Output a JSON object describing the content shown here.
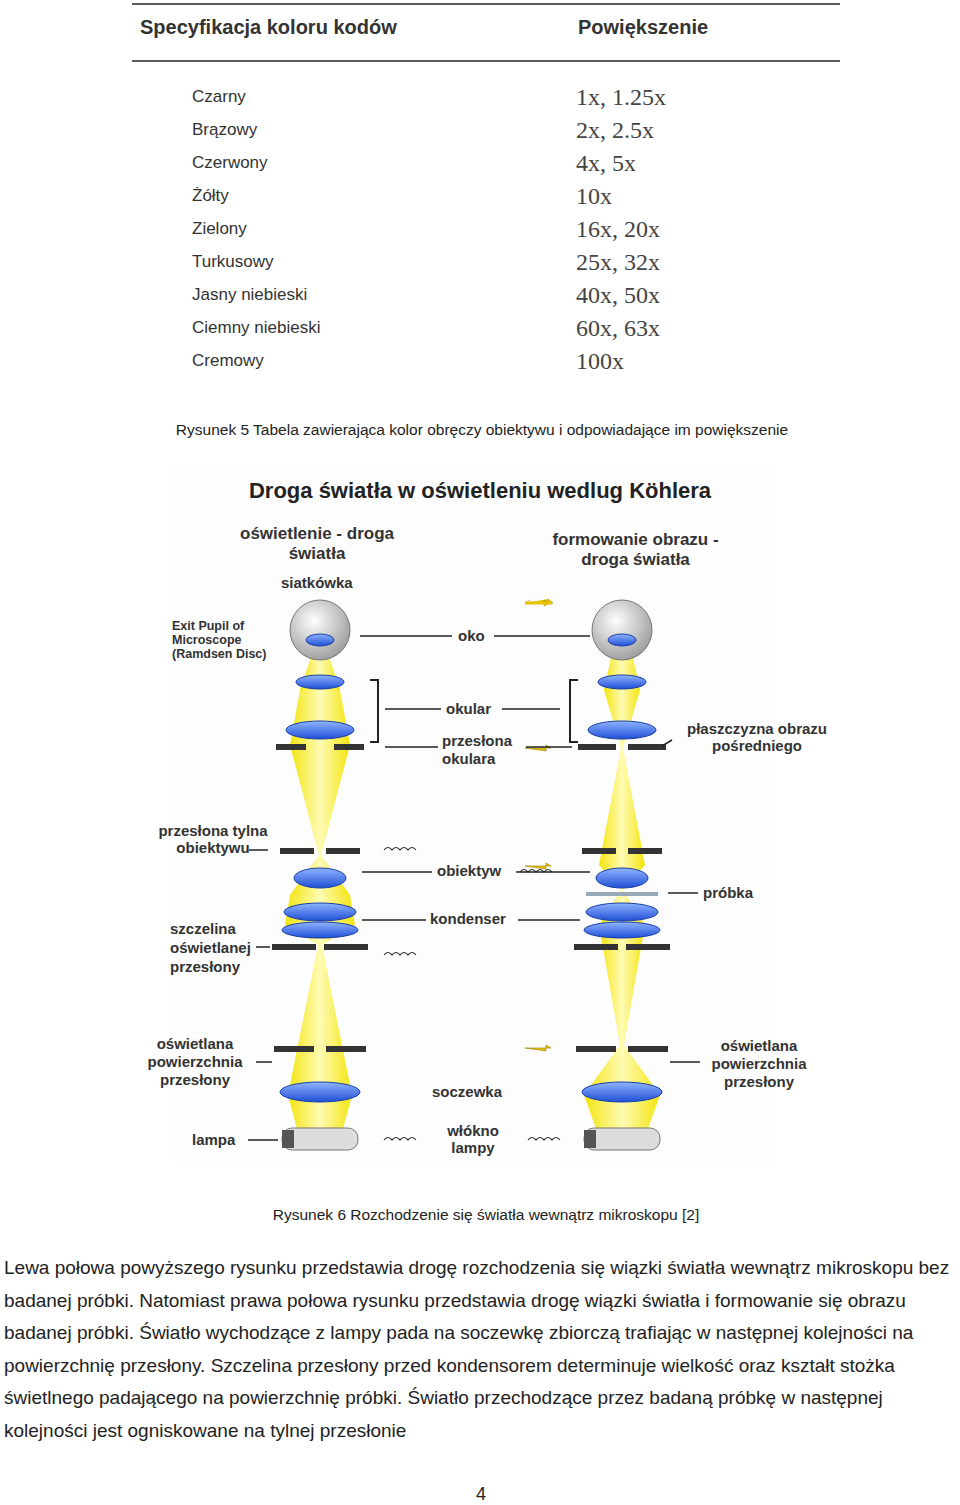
{
  "diagram": {
    "title": "Droga światła w oświetleniu wedlug Köhlera",
    "caption": "Rysunek 6 Rozchodzenie się światła wewnątrz mikroskopu [2]",
    "labels": [
      "Specyfikacja koloru kodów",
      "Powiększenie",
      "Czarny",
      "Brązowy",
      "Czerwony",
      "Żółty",
      "Zielony",
      "Turkusowy",
      "Jasny niebieski",
      "Ciemny niebieski",
      "Cremowy",
      "1x, 1.25x",
      "2x, 2.5x",
      "4x, 5x",
      "10x",
      "16x, 20x",
      "25x, 32x",
      "40x, 50x",
      "60x, 63x",
      "100x",
      "Rysunek 5 Tabela zawierająca kolor obręczy obiektywu i odpowiadające im powiększenie",
      "oświetlenie - droga światła",
      "siatkówka",
      "Exit Pupil of Microscope (Ramdsen Disc)",
      "oko",
      "formowanie obrazu - droga światła",
      "okular",
      "przesłona okulara",
      "płaszczyzna obrazu pośredniego",
      "przesłona tylna obiektywu",
      "obiektyw",
      "próbka",
      "kondenser",
      "szczelina oświetlanej przesłony",
      "oświetlana powierzchnia przesłony",
      "oświetlana powierzchnia przesłony",
      "soczewka",
      "lampa",
      "włókno lampy",
      "Lewa połowa powyższego rysunku przedstawia drogę rozchodzenia się wiązki światła wewnątrz mikroskopu bez badanej próbki. Natomiast prawa połowa rysunku przedstawia drogę wiązki światła i formowanie się obrazu badanej próbki. Światło wychodzące z lampy pada na soczewkę zbiorczą trafiając w następnej kolejności na powierzchnię przesłony. Szczelina przesłony przed kondensorem determinuje wielkość oraz kształt stożka świetlnego padającego na powierzchnię próbki. Światło przechodzące przez badaną próbkę w następnej kolejności jest ogniskowane na tylnej przesłonie",
      "4"
    ]
  }
}
